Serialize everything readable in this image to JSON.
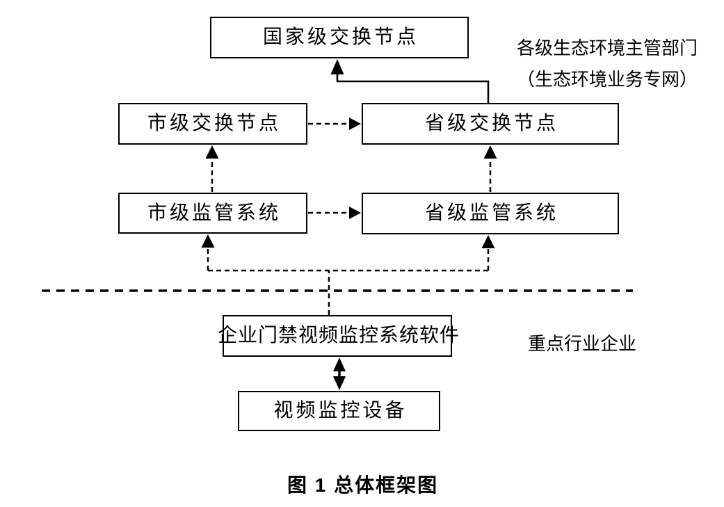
{
  "figure": {
    "caption": "图 1 总体框架图",
    "nodes": {
      "national_exchange": "国家级交换节点",
      "city_exchange": "市级交换节点",
      "province_exchange": "省级交换节点",
      "city_supervision": "市级监管系统",
      "province_supervision": "省级监管系统",
      "enterprise_software": "企业门禁视频监控系统软件",
      "video_device": "视频监控设备"
    },
    "annotations": {
      "gov_network_line1": "各级生态环境主管部门",
      "gov_network_line2": "（生态环境业务专网）",
      "enterprise_zone": "重点行业企业"
    },
    "edges": [
      {
        "from": "province_exchange",
        "to": "national_exchange",
        "style": "solid-elbow-arrow"
      },
      {
        "from": "city_exchange",
        "to": "province_exchange",
        "style": "dashed-arrow"
      },
      {
        "from": "city_supervision",
        "to": "province_supervision",
        "style": "dashed-arrow"
      },
      {
        "from": "city_supervision",
        "to": "city_exchange",
        "style": "dashed-arrow"
      },
      {
        "from": "province_supervision",
        "to": "province_exchange",
        "style": "dashed-arrow"
      },
      {
        "from": "enterprise_software",
        "to": "city_supervision",
        "style": "dashed-elbow-arrow"
      },
      {
        "from": "enterprise_software",
        "to": "province_supervision",
        "style": "dashed-elbow-arrow"
      },
      {
        "from": "enterprise_software",
        "to": "video_device",
        "style": "solid-double-arrow"
      }
    ],
    "divider_style": "long-dashed-line",
    "colors": {
      "ink": "#000000",
      "background": "#ffffff",
      "box_fill": "#ffffff"
    }
  }
}
